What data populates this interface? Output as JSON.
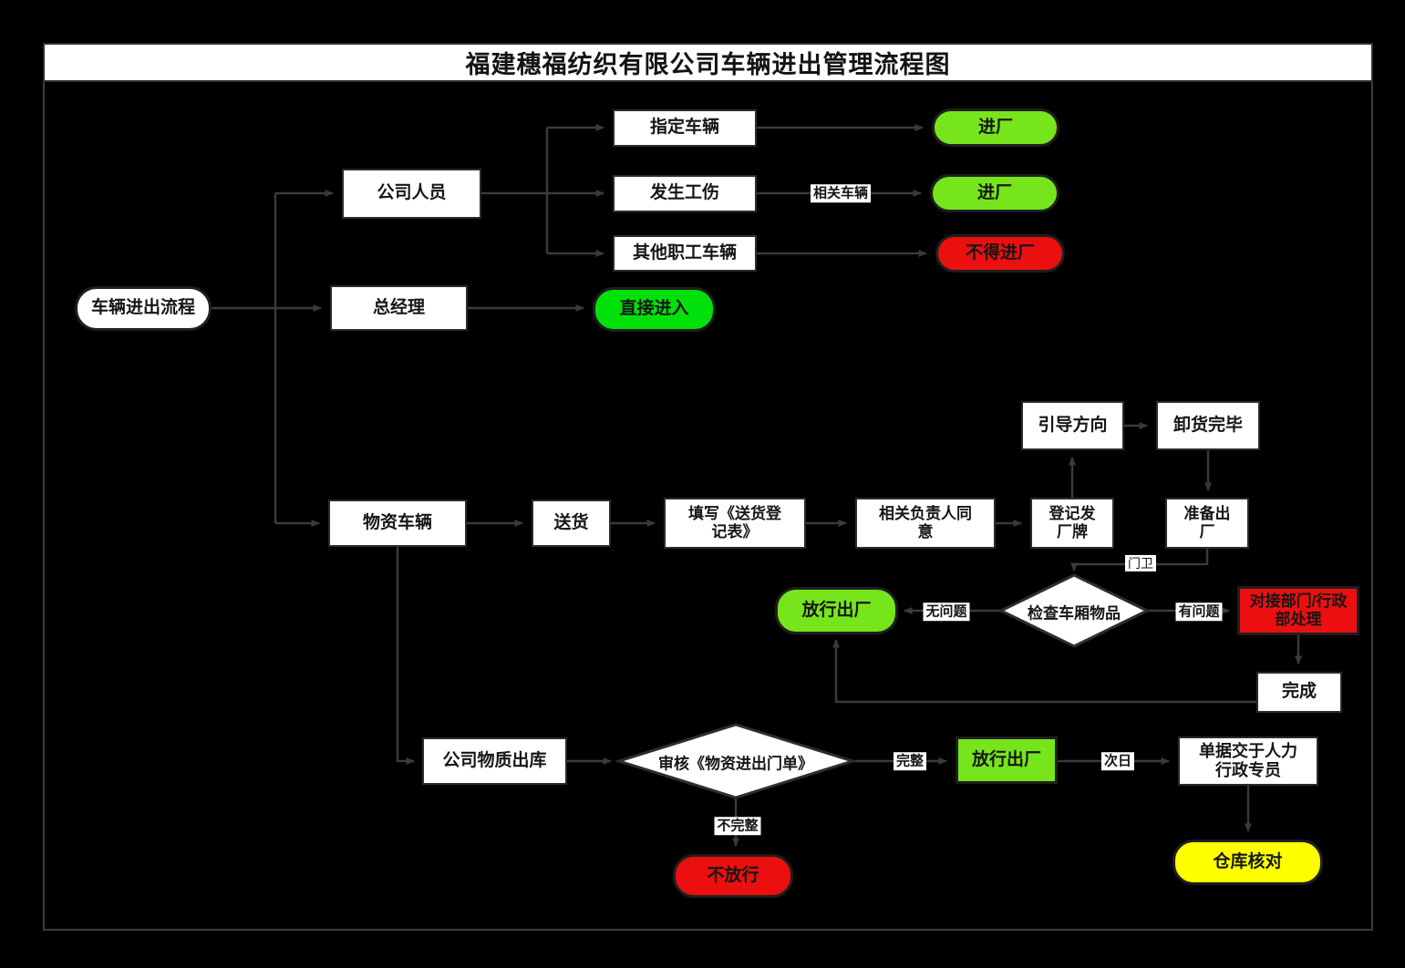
{
  "title": "福建穗福纺织有限公司车辆进出管理流程图",
  "colors": {
    "background": "#000000",
    "line": "#3a3a3a",
    "node_border": "#2b2b2b",
    "node_fill": "#ffffff",
    "text": "#111111",
    "green_bright": "#00e10b",
    "green_yellow": "#77e51c",
    "red": "#ec0f0f",
    "yellow": "#ffff00"
  },
  "nodes": {
    "start": {
      "label": "车辆进出流程"
    },
    "company_staff": {
      "label": "公司人员"
    },
    "general_manager": {
      "label": "总经理"
    },
    "material_vehicle": {
      "label": "物资车辆"
    },
    "designated_vehicle": {
      "label": "指定车辆"
    },
    "work_injury": {
      "label": "发生工伤"
    },
    "other_staff_vehicle": {
      "label": "其他职工车辆"
    },
    "enter_factory_1": {
      "label": "进厂"
    },
    "enter_factory_2": {
      "label": "进厂"
    },
    "no_entry": {
      "label": "不得进厂"
    },
    "direct_entry": {
      "label": "直接进入"
    },
    "delivery": {
      "label": "送货"
    },
    "fill_registration": {
      "label": "填写《送货登\n记表》"
    },
    "responsible_agree": {
      "label": "相关负责人同\n意"
    },
    "register_plate": {
      "label": "登记发\n厂牌"
    },
    "prepare_exit": {
      "label": "准备出\n厂"
    },
    "guide_direction": {
      "label": "引导方向"
    },
    "unload_complete": {
      "label": "卸货完毕"
    },
    "check_cargo": {
      "label": "检查车厢物品"
    },
    "release_exit_1": {
      "label": "放行出厂"
    },
    "dept_handle": {
      "label": "对接部门/行政\n部处理"
    },
    "done": {
      "label": "完成"
    },
    "material_outbound": {
      "label": "公司物质出库"
    },
    "audit_gate_form": {
      "label": "审核《物资进出门单》"
    },
    "release_exit_2": {
      "label": "放行出厂"
    },
    "docs_to_hr": {
      "label": "单据交于人力\n行政专员"
    },
    "warehouse_check": {
      "label": "仓库核对"
    },
    "no_release": {
      "label": "不放行"
    }
  },
  "edge_labels": {
    "related_vehicle": "相关车辆",
    "gate_guard": "门卫",
    "no_problem": "无问题",
    "has_problem": "有问题",
    "complete": "完整",
    "incomplete": "不完整",
    "next_day": "次日"
  }
}
